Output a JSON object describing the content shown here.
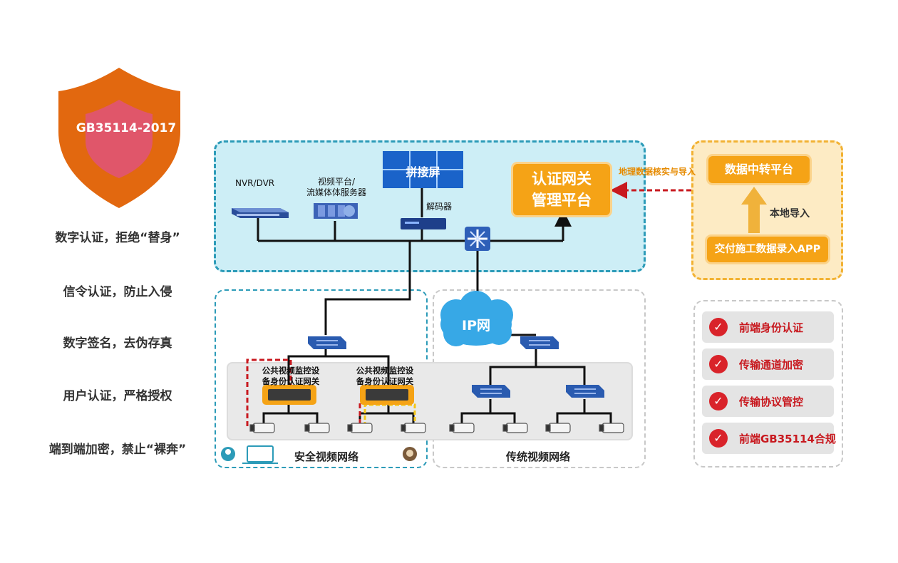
{
  "shield": {
    "label": "GB35114-2017",
    "outer_color": "#e2680f",
    "inner_color": "#e0566a"
  },
  "left_features": [
    "数字认证，拒绝“替身”",
    "信令认证，防止入侵",
    "数字签名，去伪存真",
    "用户认证，严格授权",
    "端到端加密，禁止“裸奔”"
  ],
  "mgmt": {
    "nvr": "NVR/DVR",
    "video_platform": "视频平台/\n流媒体体服务器",
    "video_wall": "拼接屏",
    "decoder": "解码器",
    "gateway_platform": "认证网关\n管理平台",
    "import_label": "地理数据核实与导入"
  },
  "data_platform": {
    "relay": "数据中转平台",
    "local_import": "本地导入",
    "app": "交付施工数据录入APP"
  },
  "network": {
    "ip_cloud": "IP网",
    "gateway_left": "公共视频监控设\n备身份认证网关",
    "gateway_right": "公共视频监控设\n备身份认证网关",
    "secure_label": "安全视频网络",
    "traditional_label": "传统视频网络"
  },
  "security_features": [
    "前端身份认证",
    "传输通道加密",
    "传输协议管控",
    "前端GB35114合规"
  ],
  "colors": {
    "accent_blue": "#2c9bb8",
    "accent_orange": "#f5a316",
    "red": "#d9232a"
  }
}
